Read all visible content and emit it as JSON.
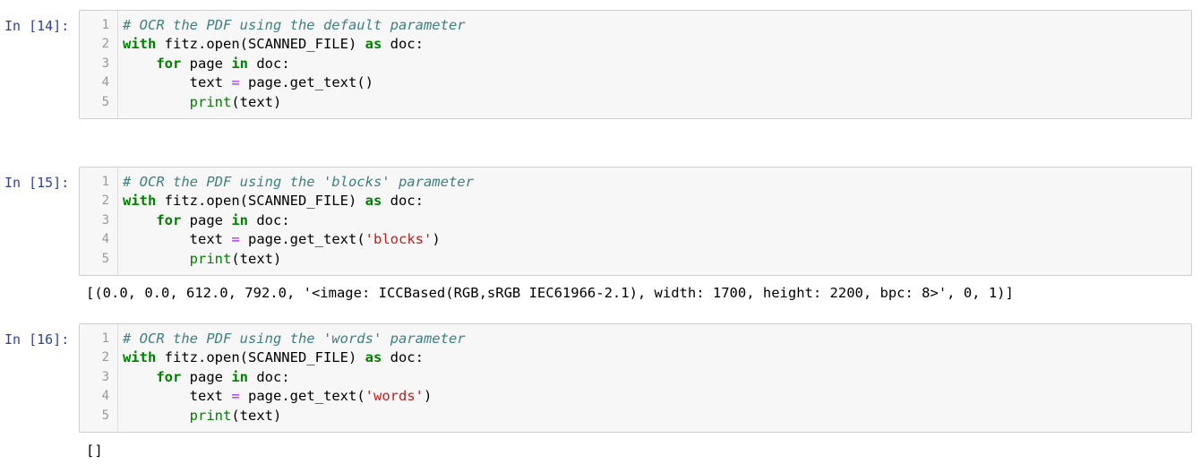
{
  "cells": [
    {
      "prompt": "In [14]:",
      "lines": [
        {
          "num": "1",
          "comment": "# OCR the PDF using the default parameter"
        },
        {
          "num": "2",
          "kw1": "with",
          "a": " fitz.open(SCANNED_FILE) ",
          "kw2": "as",
          "b": " doc:"
        },
        {
          "num": "3",
          "indent": "    ",
          "kw1": "for",
          "a": " page ",
          "kw2": "in",
          "b": " doc:"
        },
        {
          "num": "4",
          "indent": "        ",
          "a": "text ",
          "op": "=",
          "b": " page.get_text()"
        },
        {
          "num": "5",
          "indent": "        ",
          "bi": "print",
          "b": "(text)"
        }
      ],
      "output": ""
    },
    {
      "prompt": "In [15]:",
      "lines": [
        {
          "num": "1",
          "comment": "# OCR the PDF using the 'blocks' parameter"
        },
        {
          "num": "2",
          "kw1": "with",
          "a": " fitz.open(SCANNED_FILE) ",
          "kw2": "as",
          "b": " doc:"
        },
        {
          "num": "3",
          "indent": "    ",
          "kw1": "for",
          "a": " page ",
          "kw2": "in",
          "b": " doc:"
        },
        {
          "num": "4",
          "indent": "        ",
          "a": "text ",
          "op": "=",
          "b": " page.get_text(",
          "str": "'blocks'",
          "c": ")"
        },
        {
          "num": "5",
          "indent": "        ",
          "bi": "print",
          "b": "(text)"
        }
      ],
      "output": "[(0.0, 0.0, 612.0, 792.0, '<image: ICCBased(RGB,sRGB IEC61966-2.1), width: 1700, height: 2200, bpc: 8>', 0, 1)]"
    },
    {
      "prompt": "In [16]:",
      "lines": [
        {
          "num": "1",
          "comment": "# OCR the PDF using the 'words' parameter"
        },
        {
          "num": "2",
          "kw1": "with",
          "a": " fitz.open(SCANNED_FILE) ",
          "kw2": "as",
          "b": " doc:"
        },
        {
          "num": "3",
          "indent": "    ",
          "kw1": "for",
          "a": " page ",
          "kw2": "in",
          "b": " doc:"
        },
        {
          "num": "4",
          "indent": "        ",
          "a": "text ",
          "op": "=",
          "b": " page.get_text(",
          "str": "'words'",
          "c": ")"
        },
        {
          "num": "5",
          "indent": "        ",
          "bi": "print",
          "b": "(text)"
        }
      ],
      "output": "[]"
    }
  ]
}
